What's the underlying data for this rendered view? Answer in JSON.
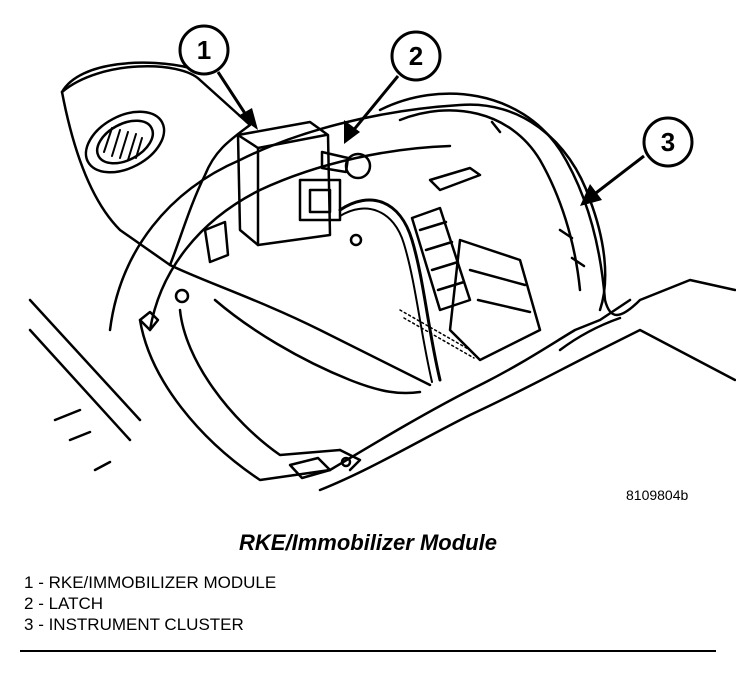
{
  "figure": {
    "id": "8109804b",
    "caption": "RKE/Immobilizer Module",
    "callouts": [
      "1",
      "2",
      "3"
    ]
  },
  "legend": [
    {
      "number": "1",
      "sep": " - ",
      "label": "RKE/IMMOBILIZER MODULE"
    },
    {
      "number": "2",
      "sep": " - ",
      "label": "LATCH"
    },
    {
      "number": "3",
      "sep": " - ",
      "label": "INSTRUMENT CLUSTER"
    }
  ],
  "colors": {
    "line": "#000000",
    "background": "#ffffff"
  }
}
